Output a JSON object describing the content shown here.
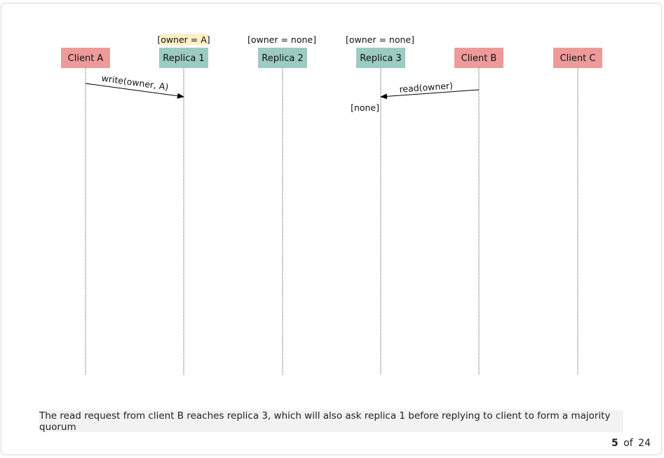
{
  "participants": [
    {
      "id": "client-a",
      "label": "Client A",
      "kind": "client",
      "state": ""
    },
    {
      "id": "replica-1",
      "label": "Replica 1",
      "kind": "replica",
      "state": "[owner = A]",
      "state_highlight": true
    },
    {
      "id": "replica-2",
      "label": "Replica 2",
      "kind": "replica",
      "state": "[owner = none]",
      "state_highlight": false
    },
    {
      "id": "replica-3",
      "label": "Replica 3",
      "kind": "replica",
      "state": "[owner = none]",
      "state_highlight": false
    },
    {
      "id": "client-b",
      "label": "Client B",
      "kind": "client",
      "state": ""
    },
    {
      "id": "client-c",
      "label": "Client C",
      "kind": "client",
      "state": ""
    }
  ],
  "messages": [
    {
      "from": "client-a",
      "to": "replica-1",
      "label": "write(owner, A)"
    },
    {
      "from": "client-b",
      "to": "replica-3",
      "label": "read(owner)"
    }
  ],
  "annotations": [
    {
      "at": "replica-3",
      "text": "[none]"
    }
  ],
  "colors": {
    "client": "#ef9a9a",
    "replica": "#9ccbc1",
    "state_highlight": "#fdf0c4"
  },
  "caption": "The read request from client B reaches replica 3, which will also ask replica 1 before replying to client to form a majority quorum",
  "pager": {
    "current": "5",
    "separator": "of",
    "total": "24"
  }
}
